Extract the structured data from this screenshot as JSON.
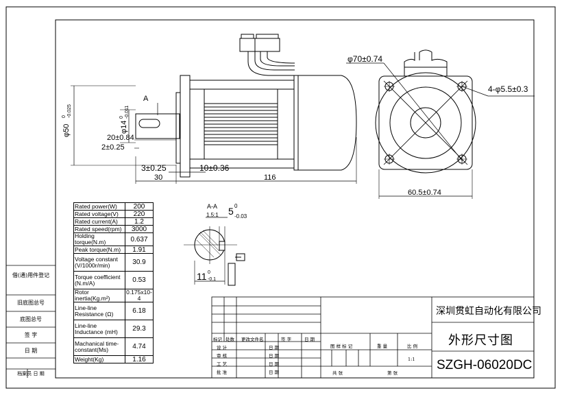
{
  "drawing": {
    "dimensions": {
      "d70": "φ70±0.74",
      "holes": "4-φ5.5±0.3",
      "d50": "φ50",
      "d50_tol_top": "0",
      "d50_tol_bot": "-0.025",
      "d14": "φ14",
      "d14_tol_top": "0",
      "d14_tol_bot": "-0.011",
      "len20": "20±0.84",
      "len2": "2±0.25",
      "len3": "3±0.25",
      "len10": "10±0.36",
      "len30": "30",
      "len116": "116",
      "w605": "60.5±0.74",
      "key5": "5",
      "key5_tol_top": "0",
      "key5_tol_bot": "-0.03",
      "key11": "11",
      "key11_tol_top": "0",
      "key11_tol_bot": "-0.1",
      "view_a": "A",
      "section_name": "A-A",
      "section_scale": "1.5:1"
    }
  },
  "spec_table": [
    {
      "label": "Rated power(W)",
      "value": "200"
    },
    {
      "label": "Rated voltage(V)",
      "value": "220"
    },
    {
      "label": "Rated current(A)",
      "value": "1.2"
    },
    {
      "label": "Rated speed(rpm)",
      "value": "3000"
    },
    {
      "label": "Holding torque(N.m)",
      "value": "0.637"
    },
    {
      "label": "Peak torque(N.m)",
      "value": "1.91"
    },
    {
      "label": "Voltage constant (V/1000r/min)",
      "value": "30.9"
    },
    {
      "label": "Torque coefficient (N.m/A)",
      "value": "0.53"
    },
    {
      "label": "Rotor inertia(Kg.m²)",
      "value": "0.175x10-4"
    },
    {
      "label": "Line-line Resistance (Ω)",
      "value": "6.18"
    },
    {
      "label": "Line-line Inductance (mH)",
      "value": "29.3"
    },
    {
      "label": "Machanical time-constant(Ms)",
      "value": "4.74"
    },
    {
      "label": "Weight(Kg)",
      "value": "1.16"
    }
  ],
  "side_register": {
    "item1": "借(通)用件登记",
    "item2": "旧底图总号",
    "item3": "底图总号",
    "item4": "签 字",
    "item5": "日 期",
    "item6": "档案员  日 期"
  },
  "title_block": {
    "company": "深圳贯虹自动化有限公司",
    "title": "外形尺寸图",
    "model": "SZGH-06020DC",
    "row_mark": "标记",
    "row_count": "处数",
    "row_doc": "更改文件名",
    "row_sign": "签 字",
    "row_date": "日 期",
    "design": "设 计",
    "review": "审 核",
    "process": "工 艺",
    "approve": "批 准",
    "date1": "日 期",
    "date2": "日 期",
    "date3": "日 期",
    "date4": "日 期",
    "stage_mark": "图 样 标 记",
    "weight": "重 量",
    "scale": "比 例",
    "scale_value": "1:1",
    "total_sheets": "共  张",
    "sheet_no": "第  张"
  }
}
